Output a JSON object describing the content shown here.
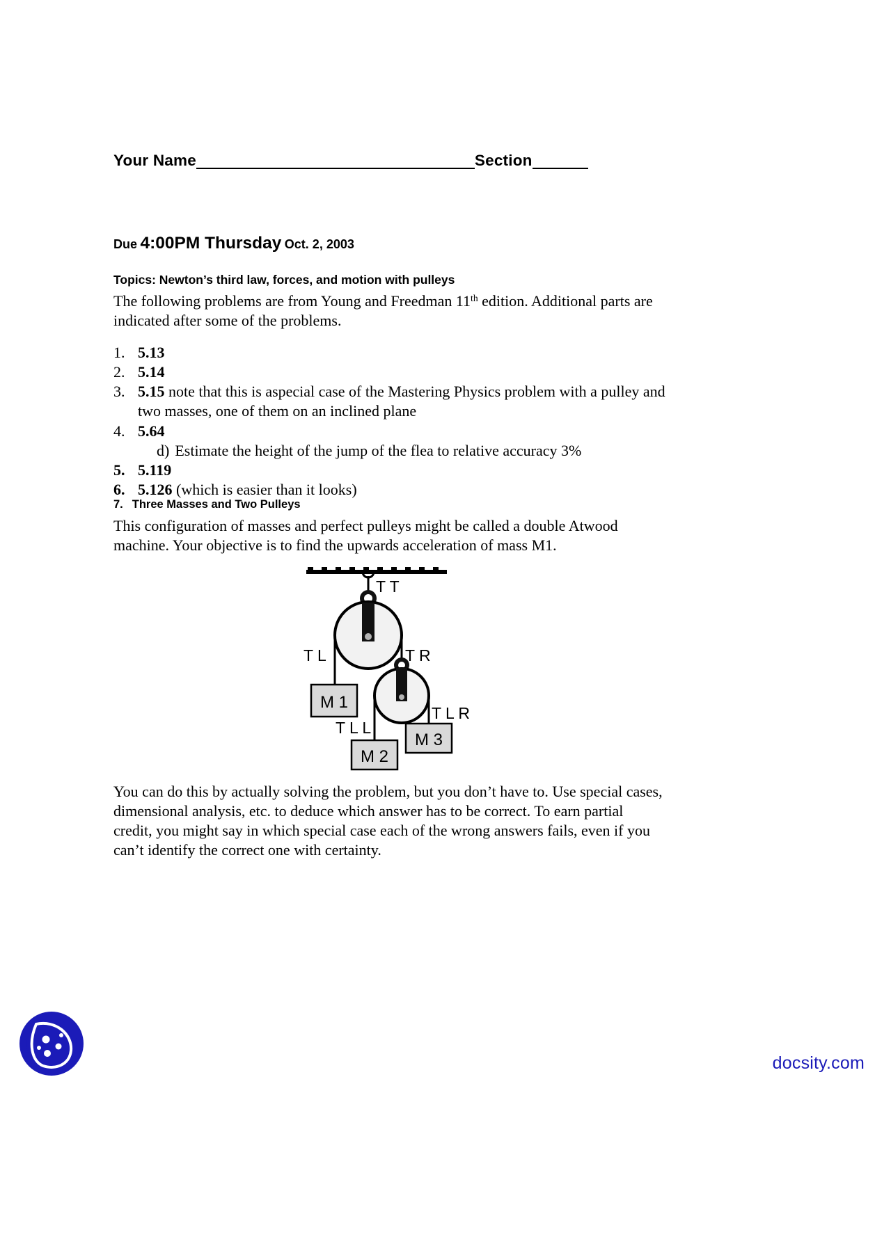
{
  "header": {
    "name_label": "Your Name",
    "section_label": "Section"
  },
  "due": {
    "prefix": "Due",
    "time_day": "4:00PM Thursday",
    "date": "Oct. 2, 2003"
  },
  "topics": {
    "line": "Topics: Newton’s third law, forces, and motion with pulleys"
  },
  "intro": {
    "part1": "The following problems are from Young and Freedman 11",
    "ordinal": "th",
    "part2": " edition.  Additional parts are indicated after some of the problems."
  },
  "problems": [
    {
      "num": "1.",
      "num_bold": false,
      "code": "5.13",
      "text": ""
    },
    {
      "num": "2.",
      "num_bold": false,
      "code": "5.14",
      "text": ""
    },
    {
      "num": "3.",
      "num_bold": false,
      "code": "5.15",
      "text": "  note that this is aspecial case of the Mastering Physics problem with a pulley and two masses, one of them on an inclined plane"
    },
    {
      "num": "4.",
      "num_bold": false,
      "code": "5.64",
      "text": ""
    },
    {
      "num": "5.",
      "num_bold": true,
      "code": "5.119",
      "text": ""
    },
    {
      "num": "6.",
      "num_bold": true,
      "code": "5.126",
      "text": " (which is easier than it looks)"
    }
  ],
  "sub_item": {
    "label": "d)",
    "text": "Estimate the height of the jump of the flea to relative accuracy 3%"
  },
  "item7": {
    "num": "7.",
    "title": "Three Masses and Two Pulleys",
    "paragraph": "This configuration of masses and perfect pulleys might be called a double Atwood machine.  Your objective is to find the upwards acceleration of mass M1."
  },
  "figure": {
    "labels": {
      "tension_top": "T T",
      "tension_left": "T L",
      "tension_right": "T R",
      "tension_lower_left": "T L L",
      "tension_lower_right": "T L R",
      "mass1": "M 1",
      "mass2": "M 2",
      "mass3": "M 3"
    },
    "colors": {
      "pulley_fill": "#f2f2f2",
      "block_fill": "#d9d9d9",
      "stroke": "#000000"
    }
  },
  "closing": {
    "paragraph": "You can do this by actually solving the problem, but you don’t have to.  Use special cases, dimensional analysis, etc. to deduce which answer has to be correct.  To earn partial credit, you might say in which special case each of the wrong answers fails, even if you can’t identify the correct one with certainty."
  },
  "footer": {
    "brand": "docsity.com",
    "brand_color": "#1b1bb8"
  }
}
